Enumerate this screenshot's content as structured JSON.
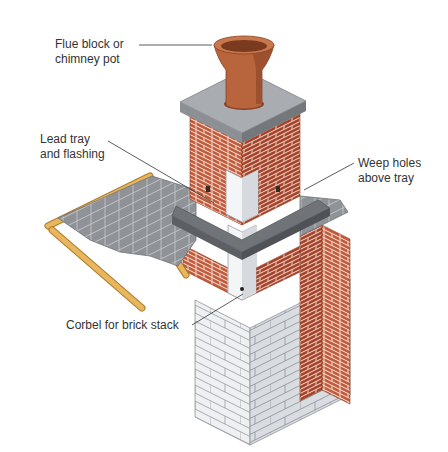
{
  "diagram": {
    "labels": [
      "Flue block or chimney pot",
      "Lead tray and flashing",
      "Weep holes above tray",
      "Corbel for brick stack"
    ]
  }
}
